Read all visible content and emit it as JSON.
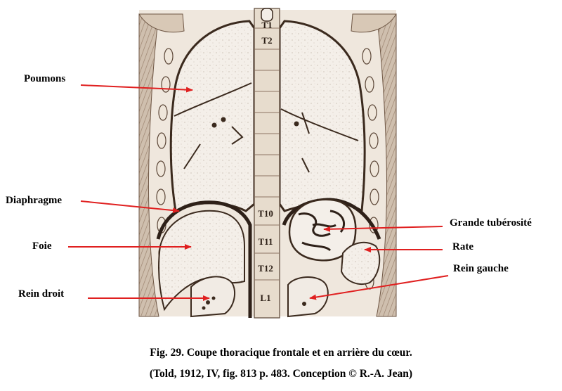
{
  "labels": {
    "poumons": "Poumons",
    "diaphragme": "Diaphragme",
    "foie": "Foie",
    "rein_droit": "Rein droit",
    "grande_tuberosite": "Grande tubérosité",
    "rate": "Rate",
    "rein_gauche": "Rein gauche"
  },
  "vertebrae": [
    "T1",
    "T2",
    "T10",
    "T11",
    "T12",
    "L1"
  ],
  "caption": {
    "line1": "Fig. 29. Coupe thoracique frontale et en arrière du cœur.",
    "line2": "(Told, 1912, IV, fig. 813 p. 483. Conception © R.-A. Jean)"
  },
  "colors": {
    "arrow": "#e02020",
    "ink": "#3b2a1e",
    "tissue": "#f3ede6"
  }
}
